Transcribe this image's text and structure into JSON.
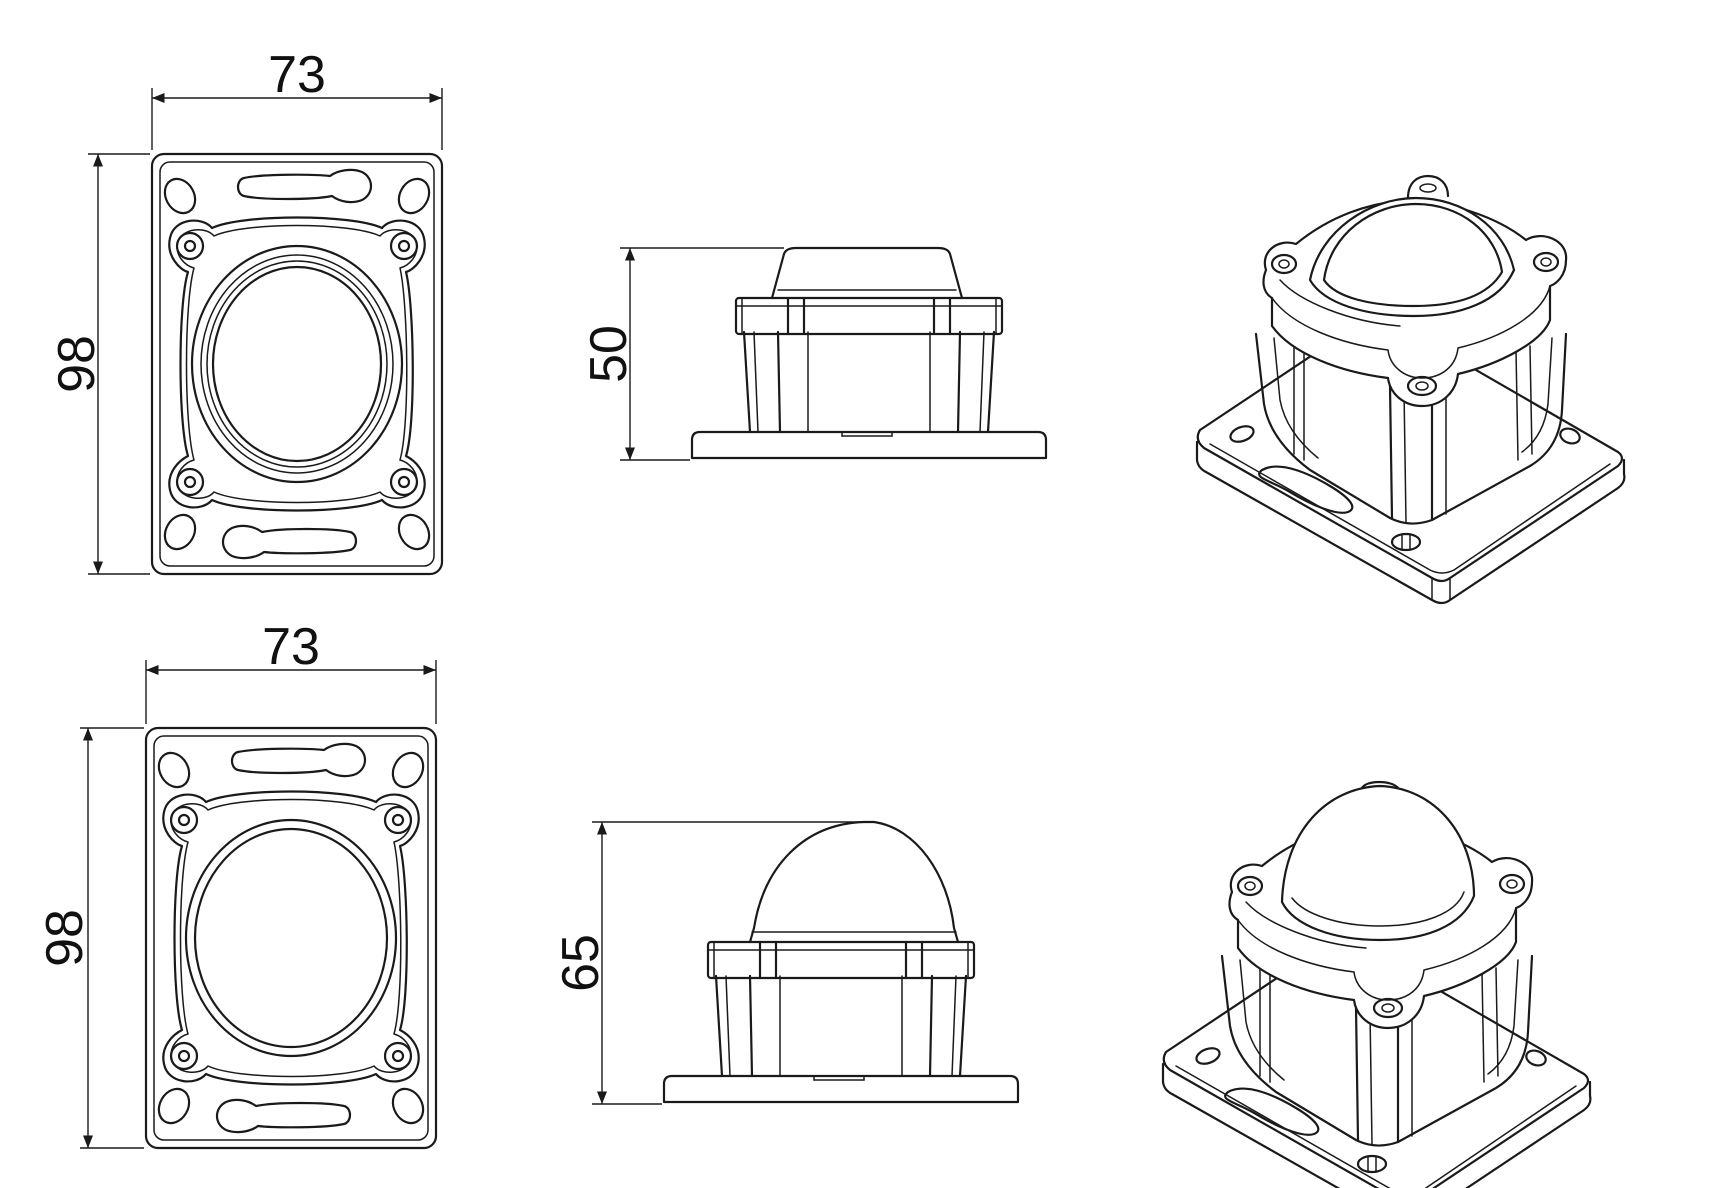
{
  "variants": [
    {
      "id": "flat",
      "dims": {
        "width": "73",
        "depth": "98",
        "height": "50"
      }
    },
    {
      "id": "dome",
      "dims": {
        "width": "73",
        "depth": "98",
        "height": "65"
      }
    }
  ],
  "colors": {
    "line": "#1a1a1a",
    "background": "#ffffff"
  }
}
